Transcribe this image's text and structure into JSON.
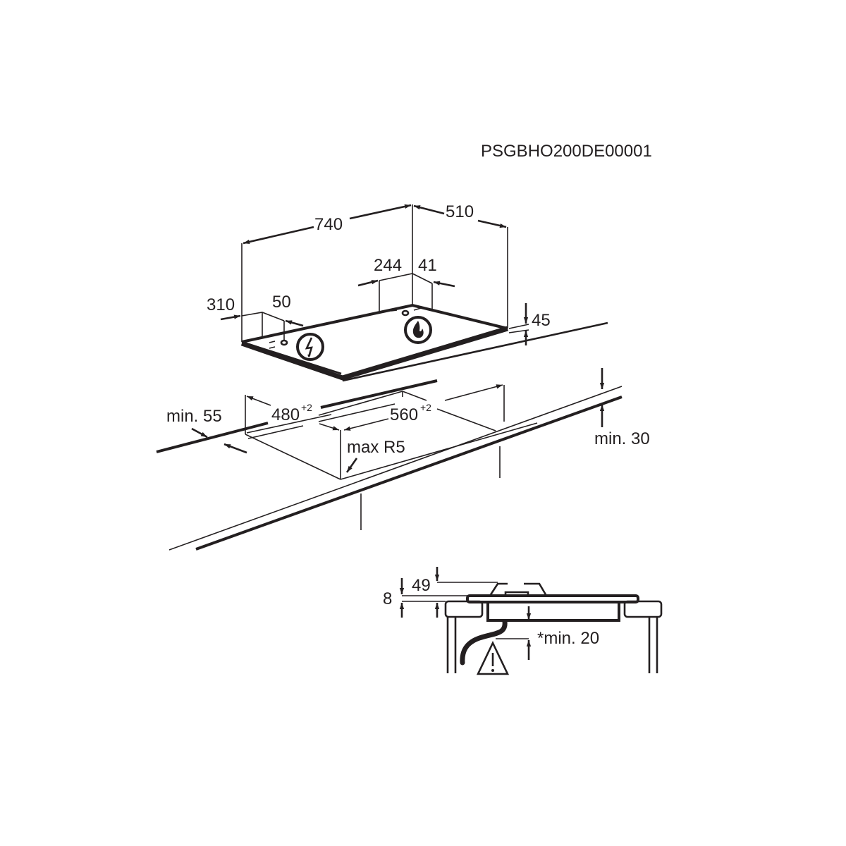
{
  "diagram": {
    "type": "installation-dimension-drawing",
    "subject": "built-in hob",
    "code": "PSGBHO200DE00001",
    "colors": {
      "ink": "#231f20",
      "background": "#ffffff"
    },
    "top_view": {
      "dimensions": {
        "width": "740",
        "depth": "510",
        "gas_connection_offset_x": "244",
        "gas_connection_offset_y": "41",
        "electric_connection_offset_x": "310",
        "electric_connection_offset_y": "50",
        "height": "45"
      },
      "icons": [
        "electric-connection-icon",
        "gas-flame-icon"
      ]
    },
    "cutout": {
      "depth": "480",
      "depth_tolerance": "+2",
      "width": "560",
      "width_tolerance": "+2",
      "front_distance": "min. 55",
      "corner_radius": "max R5",
      "worktop_thickness": "min. 30"
    },
    "section_view": {
      "burner_height": "49",
      "worktop_overhang": "8",
      "clearance_below": "*min. 20",
      "icons": [
        "warning-triangle-icon",
        "gas-hose-icon"
      ]
    }
  }
}
